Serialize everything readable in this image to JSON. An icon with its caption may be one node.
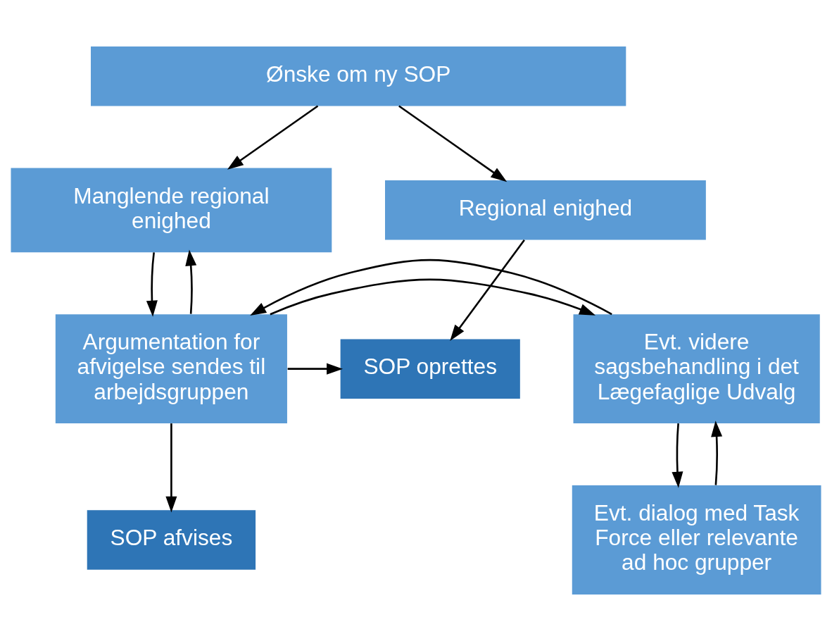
{
  "diagram": {
    "nodes": [
      {
        "text": [
          "Ønske om ny SOP"
        ]
      },
      {
        "text": [
          "Manglende regional enighed"
        ]
      },
      {
        "text": [
          "Regional enighed"
        ]
      },
      {
        "text": [
          "Evt. videre sagsbehandling i det Lægefaglige Udvalg"
        ]
      },
      {
        "text": [
          "Argumentation for afvigelse sendes til arbejdsgruppen"
        ]
      },
      {
        "text": [
          "SOP oprettes"
        ]
      },
      {
        "text": [
          "Evt. dialog med Task Force eller relevante ad hoc grupper"
        ]
      },
      {
        "text": [
          "SOP afvises"
        ]
      }
    ],
    "edges": [
      {
        "from": 0,
        "to": 1,
        "arrow": "to"
      },
      {
        "from": 0,
        "to": 2,
        "arrow": "to"
      },
      {
        "from": 1,
        "to": 4,
        "arrow": "to"
      },
      {
        "from": 4,
        "to": 1,
        "arrow": "to"
      },
      {
        "from": 4,
        "to": 3,
        "arrow": "to"
      },
      {
        "from": 3,
        "to": 4,
        "arrow": "to"
      },
      {
        "from": 2,
        "to": 5,
        "arrow": "to"
      },
      {
        "from": 4,
        "to": 5,
        "arrow": "to"
      },
      {
        "from": 3,
        "to": 6,
        "arrow": "to"
      },
      {
        "from": 6,
        "to": 3,
        "arrow": "to"
      },
      {
        "from": 4,
        "to": 7,
        "arrow": "to"
      }
    ]
  }
}
